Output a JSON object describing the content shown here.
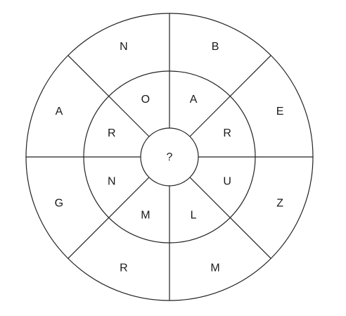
{
  "puzzle": {
    "center": "?",
    "inner_ring": [
      "A",
      "R",
      "U",
      "L",
      "M",
      "N",
      "R",
      "O"
    ],
    "outer_ring": [
      "B",
      "E",
      "Z",
      "M",
      "R",
      "G",
      "A",
      "N"
    ]
  }
}
